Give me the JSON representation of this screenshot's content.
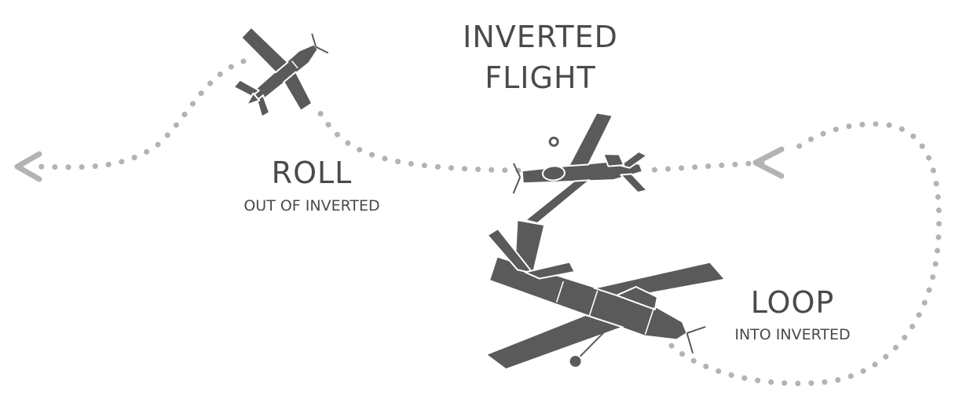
{
  "labels": {
    "inverted_line1": "INVERTED",
    "inverted_line2": "FLIGHT",
    "roll_title": "ROLL",
    "roll_sub": "OUT OF INVERTED",
    "loop_title": "LOOP",
    "loop_sub": "INTO INVERTED"
  },
  "colors": {
    "text": "#4a4a4a",
    "plane": "#5a5a5a",
    "path": "#b3b3b3"
  },
  "icons": [
    "plane-icon",
    "arrow-left-icon"
  ]
}
